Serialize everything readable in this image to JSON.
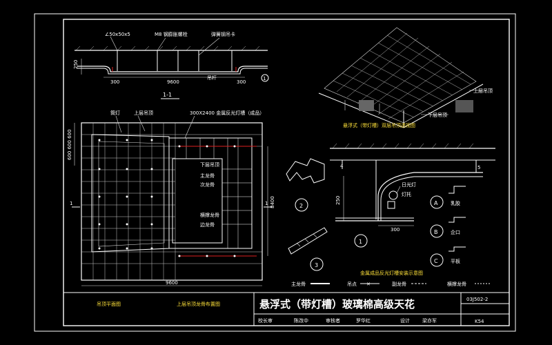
{
  "section_view": {
    "title": "1-1",
    "labels": {
      "angle": "∠50x50x5",
      "bolt": "M8 钢膨胀螺栓",
      "hanger": "弹簧钢吊卡",
      "dim_depth": "250",
      "dim_left": "300",
      "dim_span": "9600",
      "dim_right": "300",
      "rod": "吊杆",
      "ref": "1"
    }
  },
  "perspective_view": {
    "upper_ceiling": "上层吊顶",
    "lower_ceiling": "下层吊顶",
    "caption": "悬浮式（带灯槽）双层吊顶透视图"
  },
  "plan_view": {
    "labels": {
      "downlight": "筒灯",
      "upper_ceiling": "上层吊顶",
      "panel_spec": "300X2400 金属反光灯槽（成品）",
      "lower_ceiling": "下层吊顶",
      "main_keel": "主龙骨",
      "sub_keel": "次龙骨",
      "cross_keel": "横撑龙骨",
      "edge_keel": "边龙骨",
      "dim_left": "600 600 600",
      "dim_height": "8400",
      "dim_width": "9600",
      "section_mark_left": "1",
      "section_mark_right": "1"
    }
  },
  "detail_view": {
    "labels": {
      "reflector": "日光灯",
      "support": "灯托",
      "dim_height": "250",
      "dim_width": "300",
      "number_5": "5",
      "number_4": "4"
    },
    "options": [
      {
        "mark": "A",
        "label": "乳胶"
      },
      {
        "mark": "B",
        "label": "企口"
      },
      {
        "mark": "C",
        "label": "平板"
      }
    ],
    "circles": [
      "1",
      "2",
      "3"
    ],
    "caption": "金属成品反光灯槽安装示意图"
  },
  "legend": {
    "main": "主龙骨",
    "hanger": "吊点",
    "sub": "副龙骨",
    "cross": "横撑龙骨"
  },
  "title_block": {
    "plan_title": "吊顶平面图",
    "keel_title": "上层吊顶龙骨布置图",
    "main_title": "悬浮式（带灯槽）玻璃棉高级天花",
    "drawing_code": "03J502-2",
    "page": "K54",
    "role_1": "校长审",
    "sign_1": "陈改中",
    "role_2": "审核者",
    "sign_2": "罗华红",
    "role_3": "设计",
    "sign_3": "梁亦军"
  }
}
